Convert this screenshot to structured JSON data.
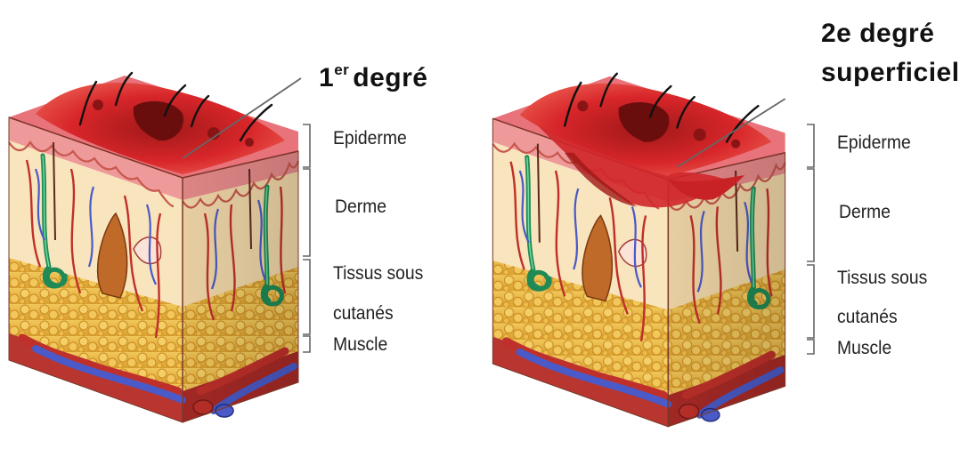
{
  "panels": [
    {
      "id": "first-degree",
      "title_main": "1",
      "title_sup": "er",
      "title_rest": "degré",
      "layers": {
        "epidermis": "Epiderme",
        "dermis": "Derme",
        "subcutaneous_line1": "Tissus sous",
        "subcutaneous_line2": "cutanés",
        "muscle": "Muscle"
      }
    },
    {
      "id": "second-degree-superficial",
      "title_line1": "2e degré",
      "title_line2": "superficiel",
      "layers": {
        "epidermis": "Epiderme",
        "dermis": "Derme",
        "subcutaneous_line1": "Tissus sous",
        "subcutaneous_line2": "cutanés",
        "muscle": "Muscle"
      }
    }
  ],
  "colors": {
    "burn_red": "#d8252a",
    "dark_burn": "#7a1010",
    "epidermis_pink": "#f2a8a8",
    "dermis_cream": "#f8e6c0",
    "fat_yellow": "#e8b545",
    "muscle_red": "#b8322e",
    "artery_red": "#c0302a",
    "vein_blue": "#4a5ac8",
    "gland_green": "#2ea86a"
  }
}
